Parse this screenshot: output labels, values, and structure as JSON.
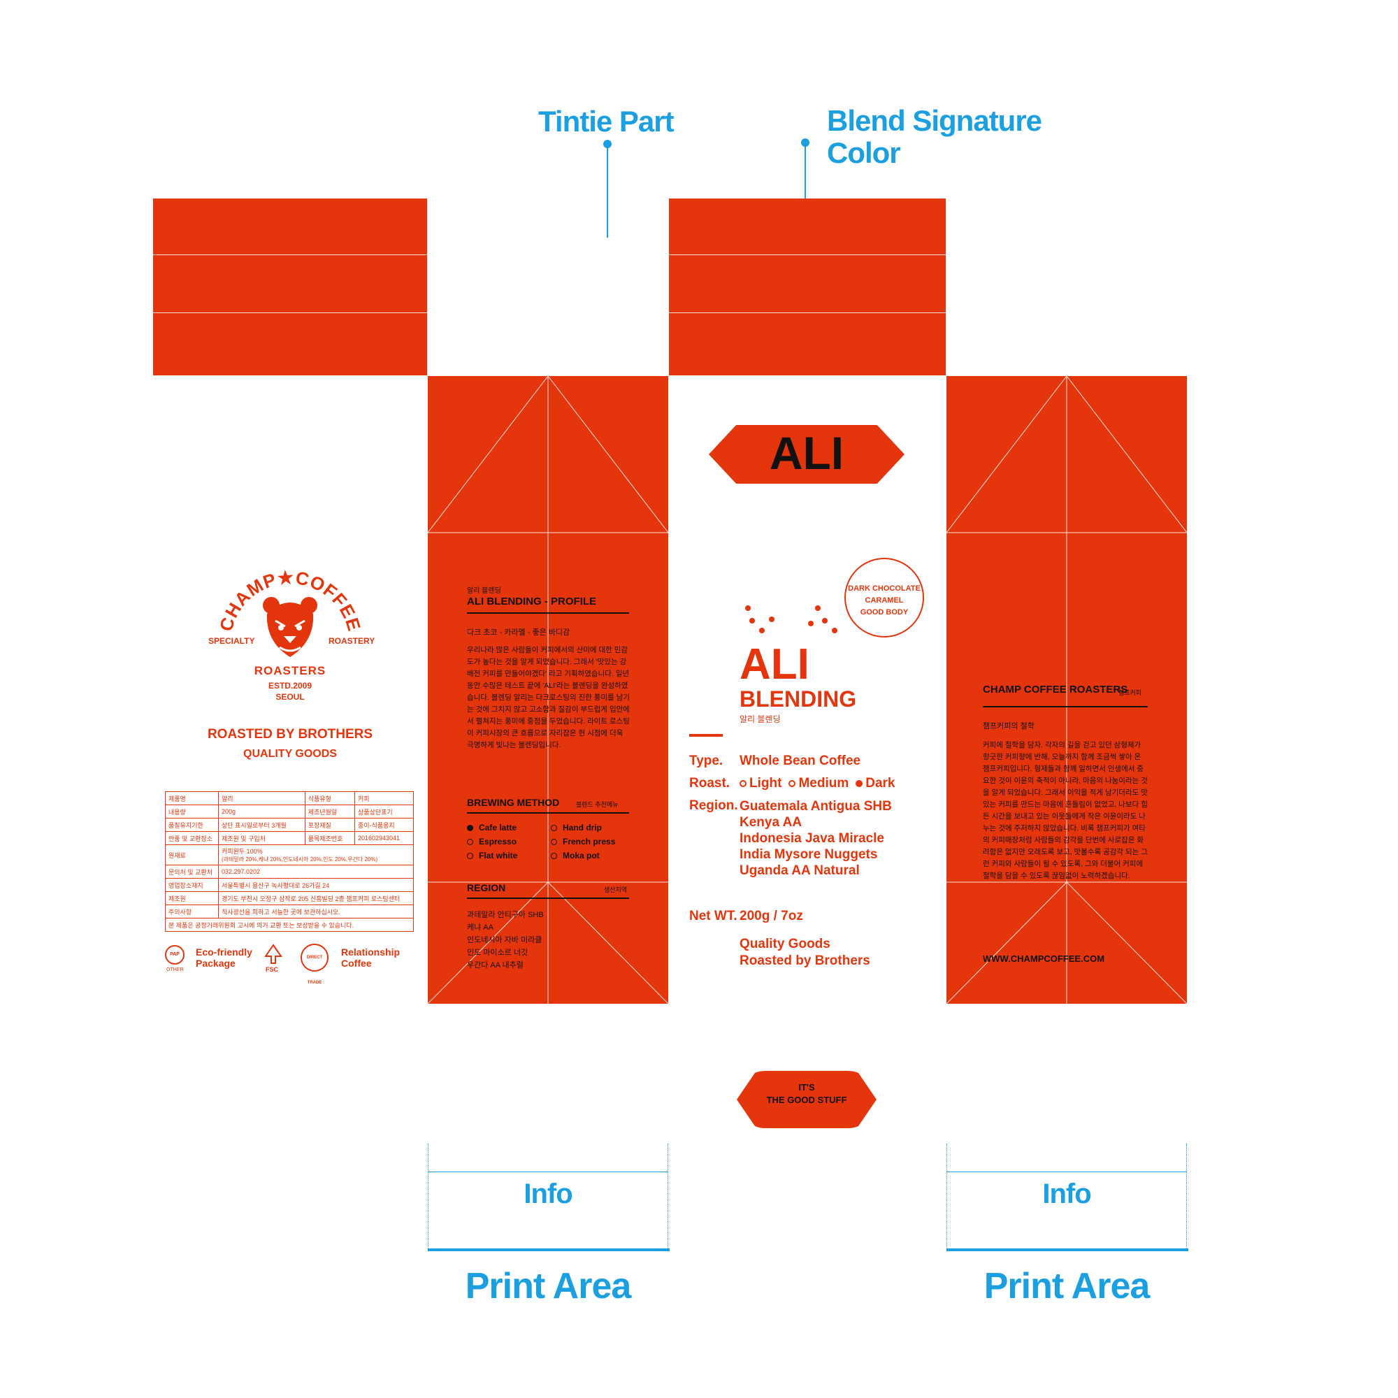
{
  "annotations": {
    "tintie_part": "Tintie Part",
    "blend_signature_line1": "Blend Signature",
    "blend_signature_line2": "Color",
    "info_left": "Info",
    "info_right": "Info",
    "print_area_left": "Print Area",
    "print_area_right": "Print Area"
  },
  "colors": {
    "signature": "#e5350c",
    "annotation": "#1a9fe0",
    "text_dark": "#111111"
  },
  "logo": {
    "arc_text": "CHAMP★COFFEE",
    "left_side": "SPECIALTY",
    "right_side": "ROASTERY",
    "name": "ROASTERS",
    "established": "ESTD.2009",
    "city": "SEOUL",
    "icon": "bear-head-icon"
  },
  "tagline": {
    "line1": "ROASTED BY BROTHERS",
    "line2": "QUALITY GOODS"
  },
  "product_table": {
    "rows": [
      [
        "제품명",
        "알리",
        "식품유형",
        "커피"
      ],
      [
        "내용량",
        "200g",
        "제조년월일",
        "상품상단표기"
      ],
      [
        "품질유지기한",
        "상단 표시일로부터 3개월",
        "포장재질",
        "종이-식품용지"
      ],
      [
        "반품 및 교환장소",
        "제조원 및 구입처",
        "품목제조번호",
        "201602943041"
      ]
    ],
    "ingredients_label": "원재료",
    "ingredients_line1": "커피원두 100%",
    "ingredients_line2": "(과테말라 20%,케냐 20%,인도네시아 20%,인도 20%,우간다 20%)",
    "contact_label": "문의처 및 교환처",
    "contact_value": "032.297.0202",
    "office_label": "영업장소재지",
    "office_value": "서울특별시 용산구 녹사평대로 26가길 24",
    "maker_label": "제조원",
    "maker_value": "경기도 부천시 오정구 삼작로 205 신흥빌딩 2층 챔프커피 로스팅센터",
    "caution_label": "주의사항",
    "caution_value": "직사광선을 피하고 서늘한 곳에 보관하십시오.",
    "footer": "본 제품은 공정거래위원회 고시에 의거 교환 또는 보상받을 수 있습니다."
  },
  "badges": {
    "recycle_icon_text": "PAP",
    "recycle_sub": "OTHER",
    "eco_line1": "Eco-friendly",
    "eco_line2": "Package",
    "fsc_text": "FSC",
    "direct_text": "DIRECT TRADE",
    "relationship_line1": "Relationship",
    "relationship_line2": "Coffee"
  },
  "profile_panel": {
    "kicker": "알리 블렌딩",
    "title": "ALI BLENDING - PROFILE",
    "notes": "다크 초코 - 카라멜 - 좋은 바디감",
    "body": "우리나라 많은 사람들이 커피에서의 산미에 대한 민감도가 높다는 것을 알게 되었습니다. 그래서 '맛있는 강배전 커피를 만들어야겠다' 라고 기획하였습니다. 일년 동안 수많은 테스트 끝에 'ALI'라는 블렌딩을 완성하였습니다. 블렌딩 알리는 다크로스팅의 진한 풍미를 남기는 것에 그치지 않고 고소함과 질감이 부드럽게 입안에서 펼쳐지는 풍미에 중점을 두었습니다. 라이트 로스팅이 커피시장의 큰 흐름으로 자리잡은 현 시점에 더욱 극명하게 빛나는 블렌딩입니다.",
    "brewing_title": "BREWING METHOD",
    "brewing_sub": "블렌드 추천메뉴",
    "brewing_left": [
      {
        "label": "Cafe latte",
        "selected": true
      },
      {
        "label": "Espresso",
        "selected": false
      },
      {
        "label": "Flat white",
        "selected": false
      }
    ],
    "brewing_right": [
      {
        "label": "Hand drip",
        "selected": false
      },
      {
        "label": "French press",
        "selected": false
      },
      {
        "label": "Moka pot",
        "selected": false
      }
    ],
    "region_title": "REGION",
    "region_sub": "생산지역",
    "regions": [
      "과테말라 안티구아 SHB",
      "케냐 AA",
      "인도네시아 자바 미라클",
      "인도 마이소르 너깃",
      "우간다 AA 내추럴"
    ]
  },
  "front_panel": {
    "top_badge": "ALI",
    "flavor_lines": [
      "DARK CHOCOLATE",
      "CARAMEL",
      "GOOD BODY"
    ],
    "name": "ALI",
    "subname": "BLENDING",
    "korean": "알리 블렌딩",
    "type_label": "Type.",
    "type_value": "Whole Bean Coffee",
    "roast_label": "Roast.",
    "roast_options": [
      {
        "label": "Light",
        "selected": false
      },
      {
        "label": "Medium",
        "selected": false
      },
      {
        "label": "Dark",
        "selected": true
      }
    ],
    "region_label": "Region.",
    "regions": [
      "Guatemala Antigua SHB",
      "Kenya AA",
      "Indonesia Java Miracle",
      "India Mysore Nuggets",
      "Uganda AA Natural"
    ],
    "netwt_label": "Net WT.",
    "netwt_value": "200g / 7oz",
    "footer_line1": "Quality Goods",
    "footer_line2": "Roasted by Brothers",
    "bottom_badge_line1": "IT'S",
    "bottom_badge_line2": "THE GOOD STUFF"
  },
  "philosophy_panel": {
    "title": "CHAMP COFFEE ROASTERS",
    "title_kr": "챔프커피",
    "subtitle": "챔프커피의 철학",
    "body": "커피에 철학을 담자. 각자의 길을 걷고 있던 삼형제가 향긋한 커피향에 반해, 오늘까지 함께 조금씩 쌓아 온 챔프커피입니다. 형제들과 함께 일하면서 인생에서 중요한 것이 이윤의 축적이 아니라, 마음의 나눔이라는 것을 알게 되었습니다. 그래서 이익을 적게 남기더라도 맛있는 커피를 만드는 마음에 흔들림이 없었고, 나보다 힘든 시간을 보내고 있는 이웃들에게 작은 이윤이라도 나누는 것에 주저하지 않았습니다. 비록 챔프커피가 여타의 커피매장처럼 사람들의 감각을 단번에 사로잡은 화려함은 없지만 오래도록 보고, 맛볼수록 공감각 되는 그런 커피와 사람들이 될 수 있도록, 그와 더불어 커피에 철학을 담을 수 있도록 끊임없이 노력하겠습니다.",
    "url": "WWW.CHAMPCOFFEE.COM"
  }
}
